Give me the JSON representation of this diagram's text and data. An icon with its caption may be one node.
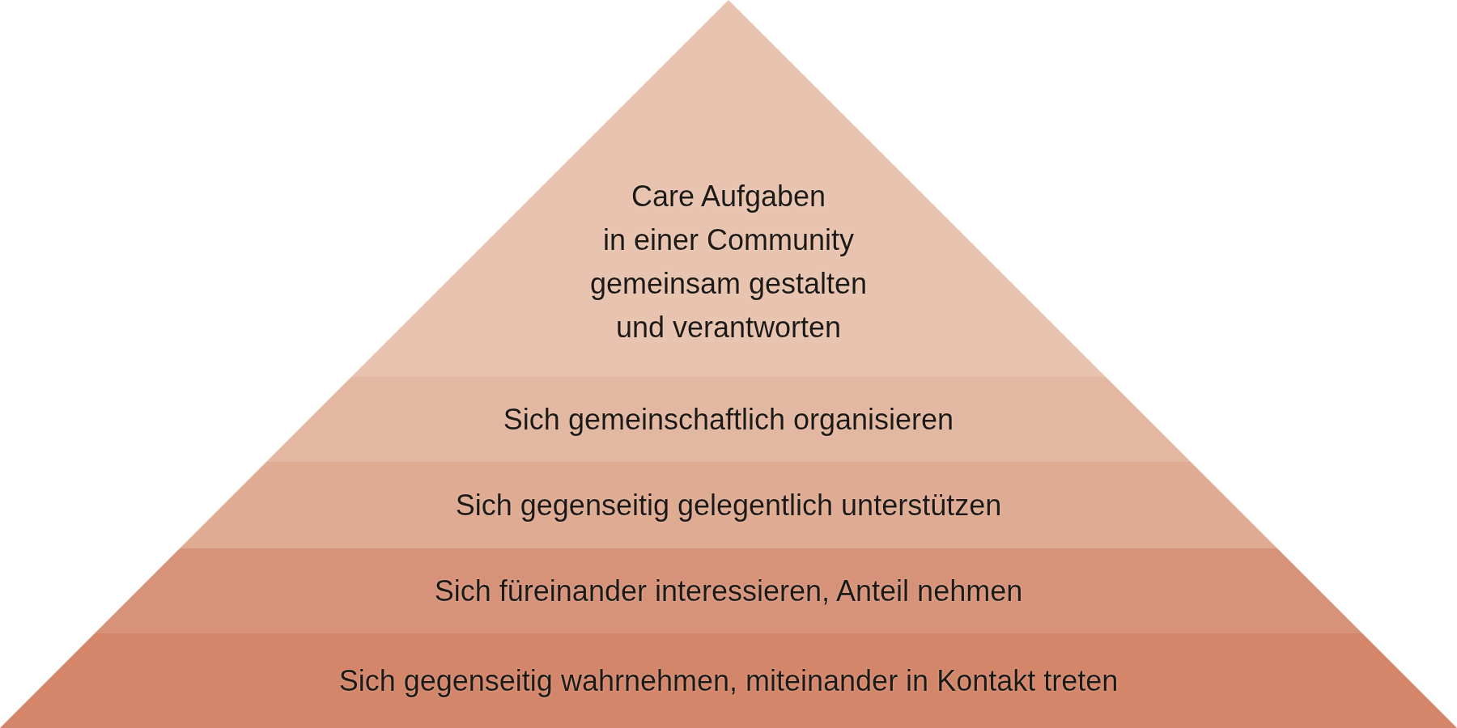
{
  "diagram": {
    "nodes": [
      {
        "text": [
          "Care Aufgaben in einer Community gemeinsam gestalten und verantworten"
        ]
      },
      {
        "text": [
          "Sich gemeinschaftlich organisieren"
        ]
      },
      {
        "text": [
          "Sich gegenseitig gelegentlich unterstützen"
        ]
      },
      {
        "text": [
          "Sich füreinander interessieren, Anteil nehmen"
        ]
      },
      {
        "text": [
          "Sich gegenseitig wahrnehmen, miteinander in Kontakt treten"
        ]
      }
    ]
  }
}
